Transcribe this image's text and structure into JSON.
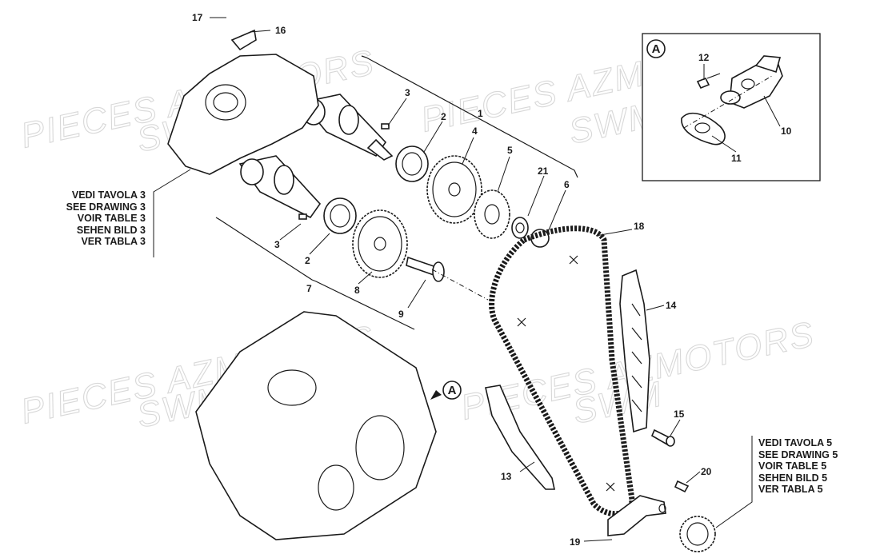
{
  "watermarks": [
    {
      "text": "PIECES AZMOTORS"
    },
    {
      "text": "SWM"
    },
    {
      "text": "PIECES AZMOTORS"
    },
    {
      "text": "SWM"
    },
    {
      "text": "PIECES AZMOTORS"
    },
    {
      "text": "SWM"
    },
    {
      "text": "PIECES AZMOTORS"
    },
    {
      "text": "SWM"
    }
  ],
  "callouts": [
    "17",
    "16",
    "3",
    "1",
    "2",
    "4",
    "5",
    "21",
    "6",
    "3",
    "2",
    "8",
    "7",
    "9",
    "18",
    "14",
    "15",
    "13",
    "20",
    "19",
    "12",
    "10",
    "11"
  ],
  "detail_marker": "A",
  "inset_marker": "A",
  "ref_drawing_3": [
    "VEDI TAVOLA 3",
    "SEE DRAWING 3",
    "VOIR TABLE 3",
    "SEHEN BILD 3",
    "VER TABLA 3"
  ],
  "ref_drawing_5": [
    "VEDI TAVOLA 5",
    "SEE DRAWING 5",
    "VOIR TABLE 5",
    "SEHEN BILD 5",
    "VER TABLA 5"
  ]
}
